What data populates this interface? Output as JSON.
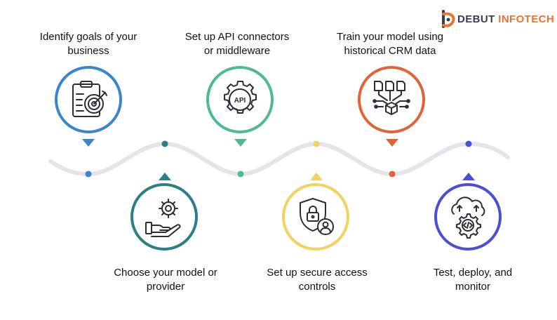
{
  "brand": {
    "name_part1": "DEBUT",
    "name_part2": "INFOTECH",
    "color_primary": "#3b3b4f",
    "color_accent": "#e8742f"
  },
  "steps": [
    {
      "id": 1,
      "line1": "Identify goals of your",
      "line2": "business",
      "color": "#3a86c8",
      "icon": "clipboard-target-icon",
      "position": "above"
    },
    {
      "id": 2,
      "line1": "Choose your model or",
      "line2": "provider",
      "color": "#2b7f86",
      "icon": "hand-gear-icon",
      "position": "below"
    },
    {
      "id": 3,
      "line1": "Set up API connectors",
      "line2": "or middleware",
      "color": "#4dbb8f",
      "icon": "api-gear-icon",
      "position": "above",
      "icon_text": "API"
    },
    {
      "id": 4,
      "line1": "Set up secure access",
      "line2": "controls",
      "color": "#f3d260",
      "icon": "shield-lock-user-icon",
      "position": "below"
    },
    {
      "id": 5,
      "line1": "Train your model using",
      "line2": "historical CRM data",
      "color": "#e0643a",
      "icon": "documents-network-icon",
      "position": "above"
    },
    {
      "id": 6,
      "line1": "Test, deploy, and",
      "line2": "monitor",
      "color": "#4a4fd8",
      "icon": "cloud-code-gear-icon",
      "position": "below"
    }
  ],
  "colors": {
    "wave": "#e4e4ea",
    "icon_stroke": "#2c2c3a"
  }
}
